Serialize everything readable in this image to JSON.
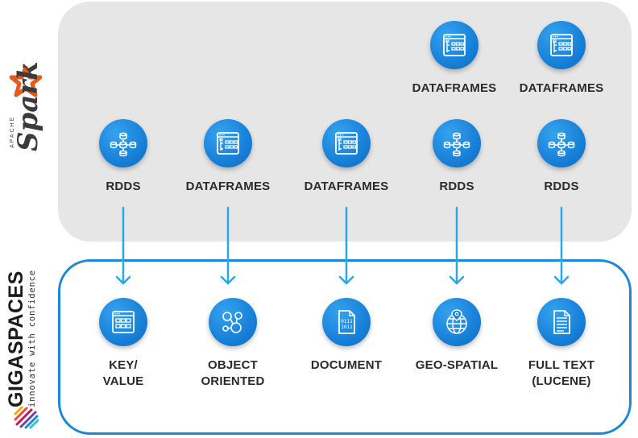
{
  "spark_brand": {
    "apache": "APACHE",
    "name": "Spark"
  },
  "gigaspaces_brand": {
    "name": "GIGASPACES",
    "tagline": "innovate with confidence"
  },
  "spark_top_row": [
    {
      "label": "DATAFRAMES",
      "icon": "dataframe-icon"
    },
    {
      "label": "DATAFRAMES",
      "icon": "dataframe-icon"
    }
  ],
  "spark_row": [
    {
      "label": "RDDS",
      "icon": "rdd-icon"
    },
    {
      "label": "DATAFRAMES",
      "icon": "dataframe-icon"
    },
    {
      "label": "DATAFRAMES",
      "icon": "dataframe-icon"
    },
    {
      "label": "RDDS",
      "icon": "rdd-icon"
    },
    {
      "label": "RDDS",
      "icon": "rdd-icon"
    }
  ],
  "gigaspaces_row": [
    {
      "label": "KEY/\nVALUE",
      "icon": "key-value-icon"
    },
    {
      "label": "OBJECT\nORIENTED",
      "icon": "object-oriented-icon"
    },
    {
      "label": "DOCUMENT",
      "icon": "document-icon"
    },
    {
      "label": "GEO-SPATIAL",
      "icon": "globe-icon"
    },
    {
      "label": "FULL TEXT\n(LUCENE)",
      "icon": "full-text-icon"
    }
  ],
  "colors": {
    "accent": "#1e88d6",
    "panel": "#e6e6e6",
    "arrow": "#2aa7e8",
    "spark_star": "#e25a1c"
  }
}
